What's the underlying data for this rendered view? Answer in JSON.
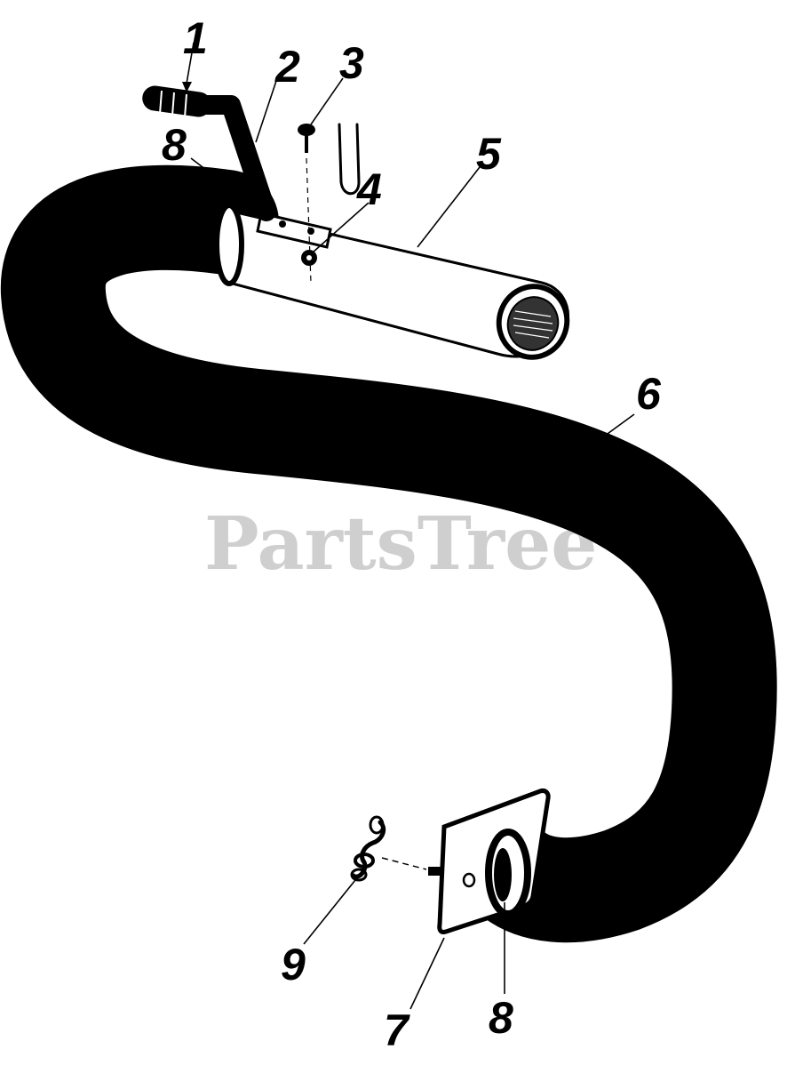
{
  "watermark": {
    "text": "PartsTree",
    "tm": "™"
  },
  "callouts": {
    "c1": "1",
    "c2": "2",
    "c3": "3",
    "c4": "4",
    "c5": "5",
    "c6": "6",
    "c7": "7",
    "c8a": "8",
    "c8b": "8",
    "c9": "9"
  },
  "parts": {
    "handle_grip": "handle-grip-icon",
    "handle": "handle-icon",
    "screw": "screw-icon",
    "nut": "nut-icon",
    "nozzle_tube": "nozzle-tube-icon",
    "hose": "flexible-hose-icon",
    "mount_plate": "mounting-plate-icon",
    "clamp": "hose-clamp-icon",
    "clip": "hitch-pin-clip-icon"
  },
  "colors": {
    "ink": "#000000",
    "watermark": "#cfcfcf",
    "background": "#ffffff"
  }
}
